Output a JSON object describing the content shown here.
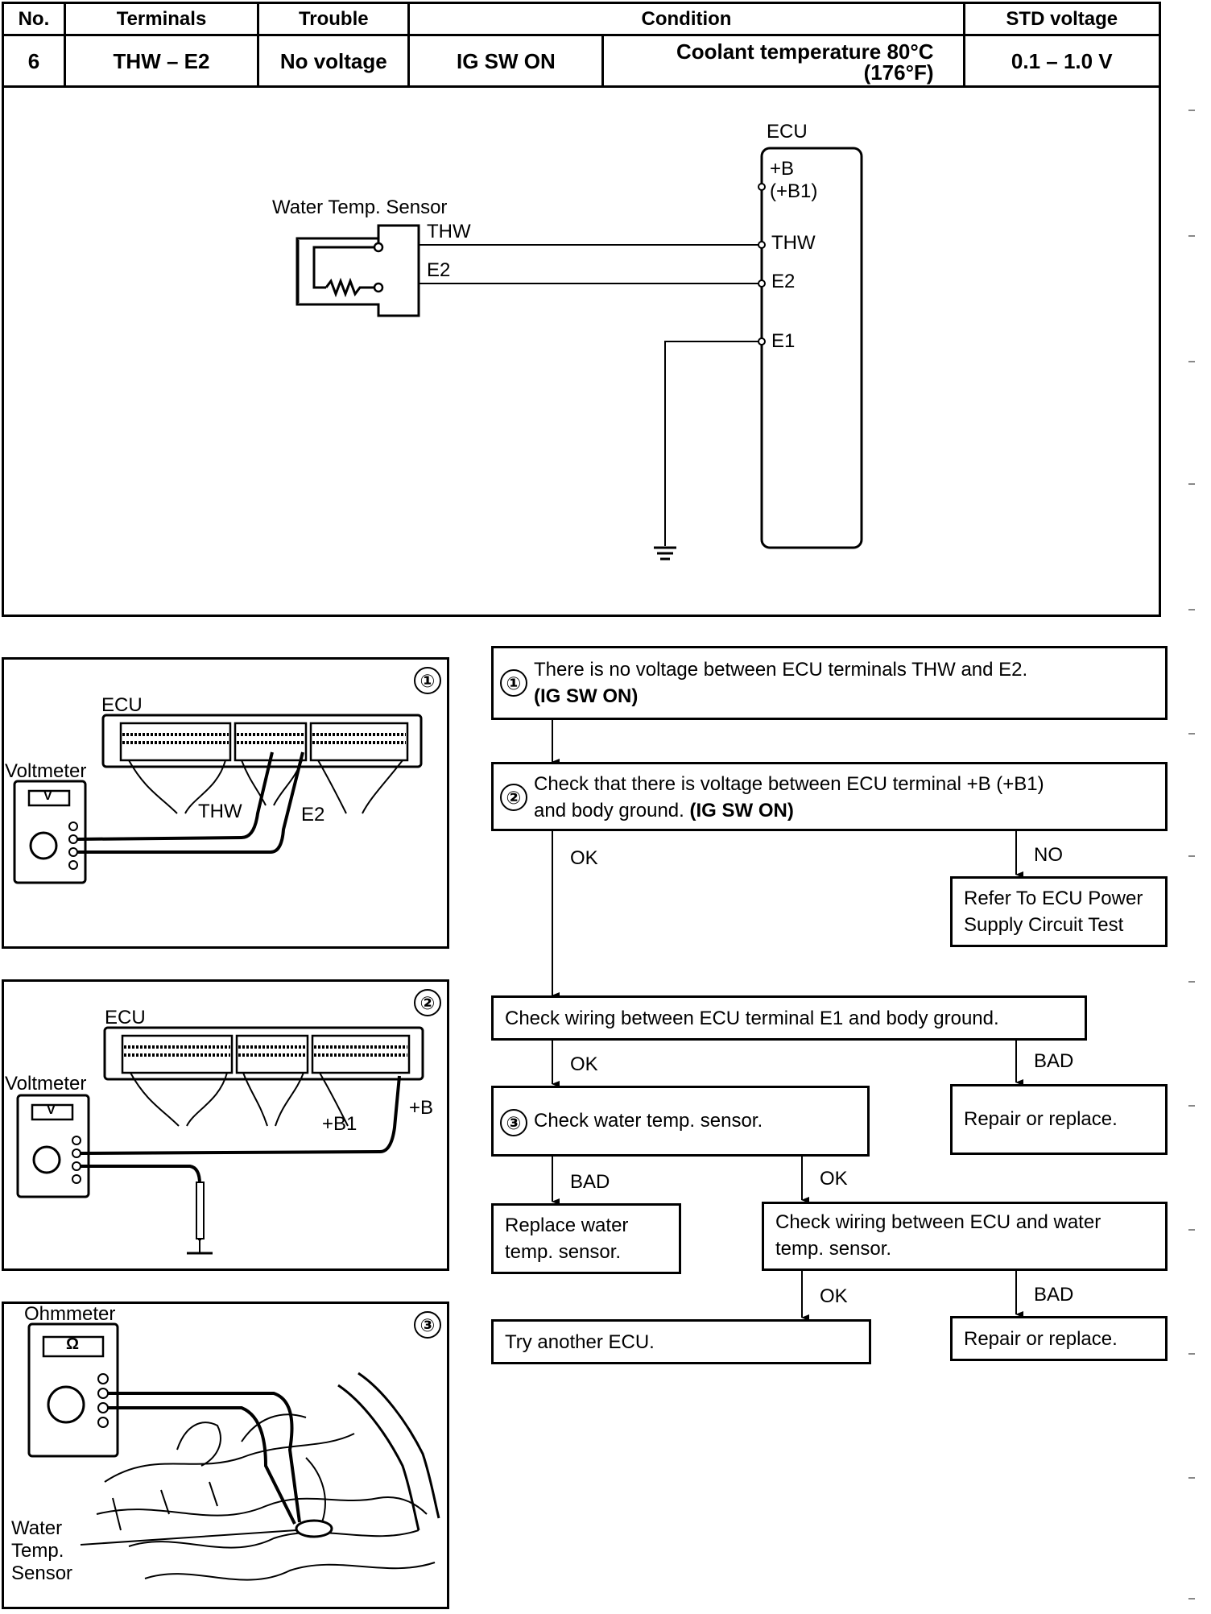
{
  "table": {
    "headers": [
      "No.",
      "Terminals",
      "Trouble",
      "Condition",
      "STD voltage"
    ],
    "row": {
      "no": "6",
      "terminals": "THW – E2",
      "trouble": "No voltage",
      "condition_switch": "IG SW ON",
      "condition_temp_line1": "Coolant temperature 80°C",
      "condition_temp_line2": "(176°F)",
      "std_voltage": "0.1 – 1.0 V"
    }
  },
  "circuit": {
    "ecu_label": "ECU",
    "sensor_label": "Water Temp. Sensor",
    "sensor_pin_thw": "THW",
    "sensor_pin_e2": "E2",
    "ecu_pin_b": "+B",
    "ecu_pin_b1": "(+B1)",
    "ecu_pin_thw": "THW",
    "ecu_pin_e2": "E2",
    "ecu_pin_e1": "E1"
  },
  "figures": {
    "fig1": {
      "number": "①",
      "ecu": "ECU",
      "meter": "Voltmeter",
      "meter_face": "V",
      "probe1": "THW",
      "probe2": "E2"
    },
    "fig2": {
      "number": "②",
      "ecu": "ECU",
      "meter": "Voltmeter",
      "meter_face": "V",
      "probe1": "+B1",
      "probe2": "+B"
    },
    "fig3": {
      "number": "③",
      "meter": "Ohmmeter",
      "meter_face": "Ω",
      "sensor_line1": "Water",
      "sensor_line2": "Temp.",
      "sensor_line3": "Sensor"
    }
  },
  "flow": {
    "step1_num": "①",
    "step1_text": "There is no voltage between ECU terminals THW and E2.",
    "step1_cond": "(IG SW ON)",
    "step2_num": "②",
    "step2_text1": "Check that there is voltage between ECU terminal +B (+B1)",
    "step2_text2": "and body ground.",
    "step2_cond": "(IG SW ON)",
    "ok": "OK",
    "no": "NO",
    "bad": "BAD",
    "refer_line1": "Refer To ECU Power",
    "refer_line2": "Supply Circuit Test",
    "check_e1": "Check wiring between ECU terminal E1 and body ground.",
    "repair1": "Repair or replace.",
    "step3_num": "③",
    "step3_text": "Check water temp. sensor.",
    "replace_line1": "Replace water",
    "replace_line2": "temp. sensor.",
    "check_wiring_line1": "Check wiring between ECU and water",
    "check_wiring_line2": "temp. sensor.",
    "try_ecu": "Try another ECU.",
    "repair2": "Repair or replace."
  }
}
